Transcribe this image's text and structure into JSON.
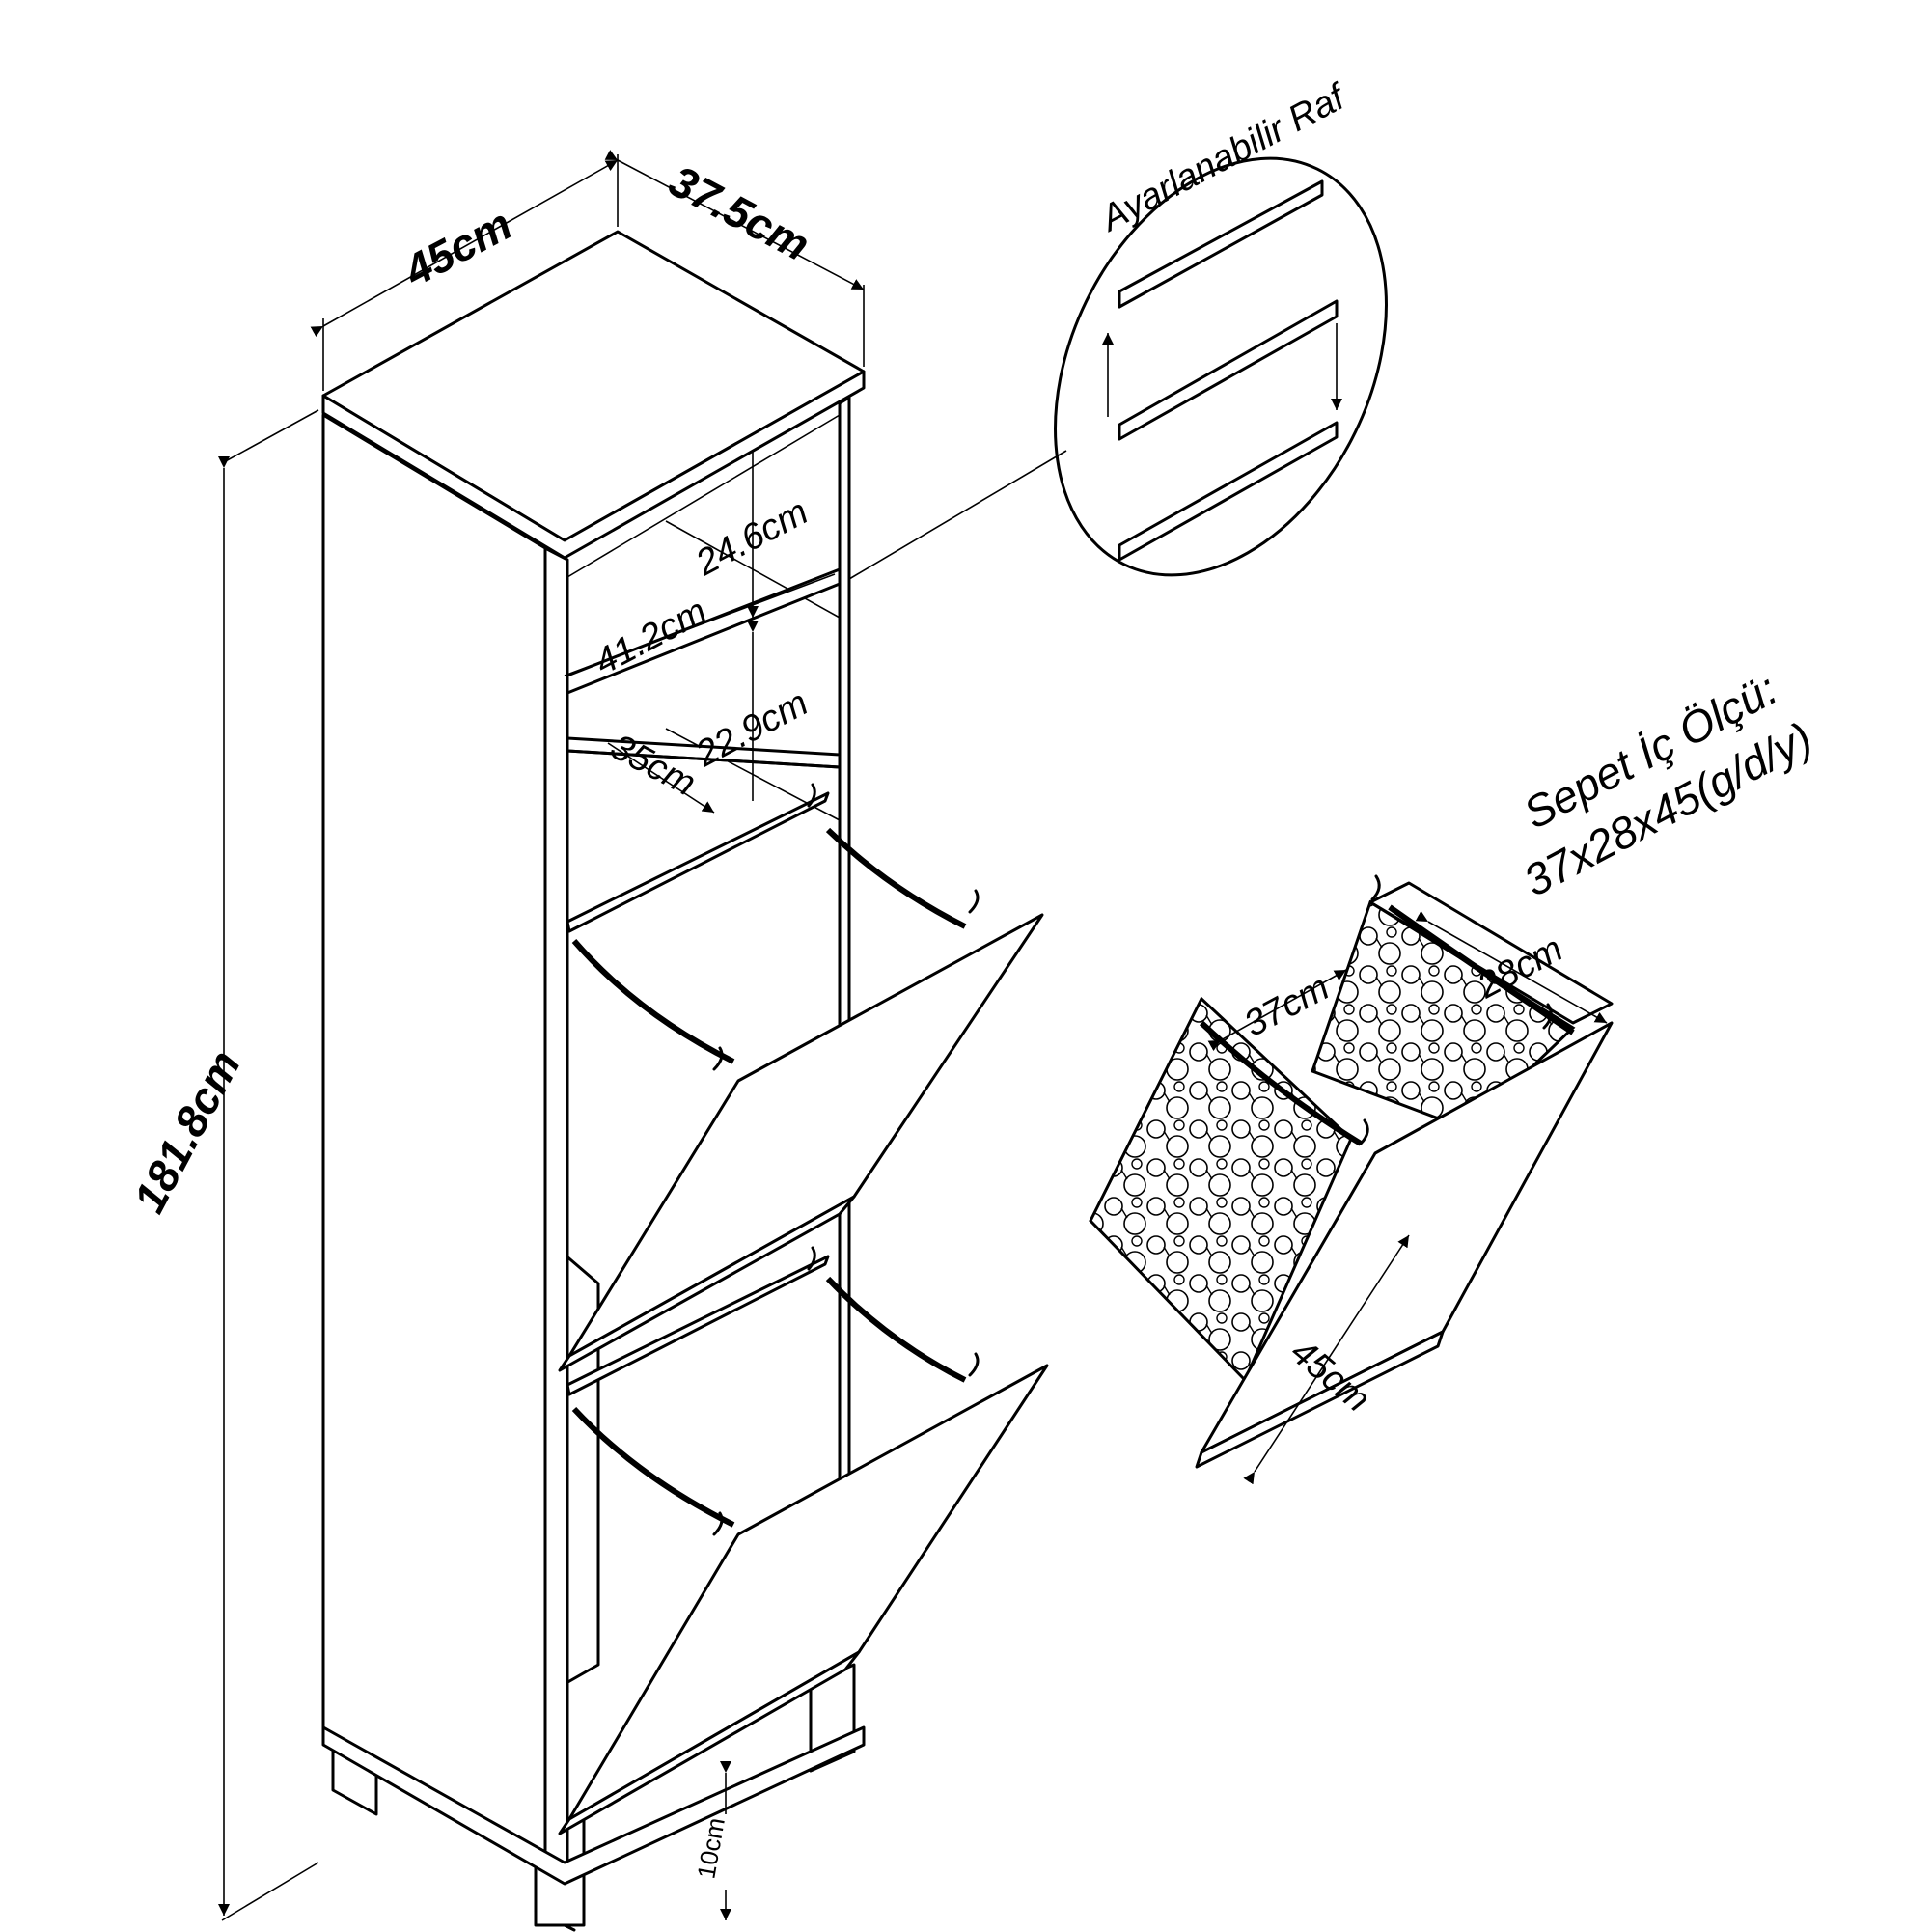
{
  "labels": {
    "width": "45cm",
    "depth": "37.5cm",
    "height": "181.8cm",
    "shelf_top_gap": "24.6cm",
    "inner_width": "41.2cm",
    "shelf_lower_gap": "22.9cm",
    "shelf_depth": "35cm",
    "leg_height": "10cm",
    "adjustable_shelf": "Ayarlanabilir Raf",
    "basket_title_line1": "Sepet İç Ölçü:",
    "basket_title_line2": "37x28x45(g/d/y)",
    "basket_width": "37cm",
    "basket_depth": "28cm",
    "basket_height": "45cm"
  },
  "colors": {
    "line": "#000000",
    "background": "#ffffff"
  }
}
